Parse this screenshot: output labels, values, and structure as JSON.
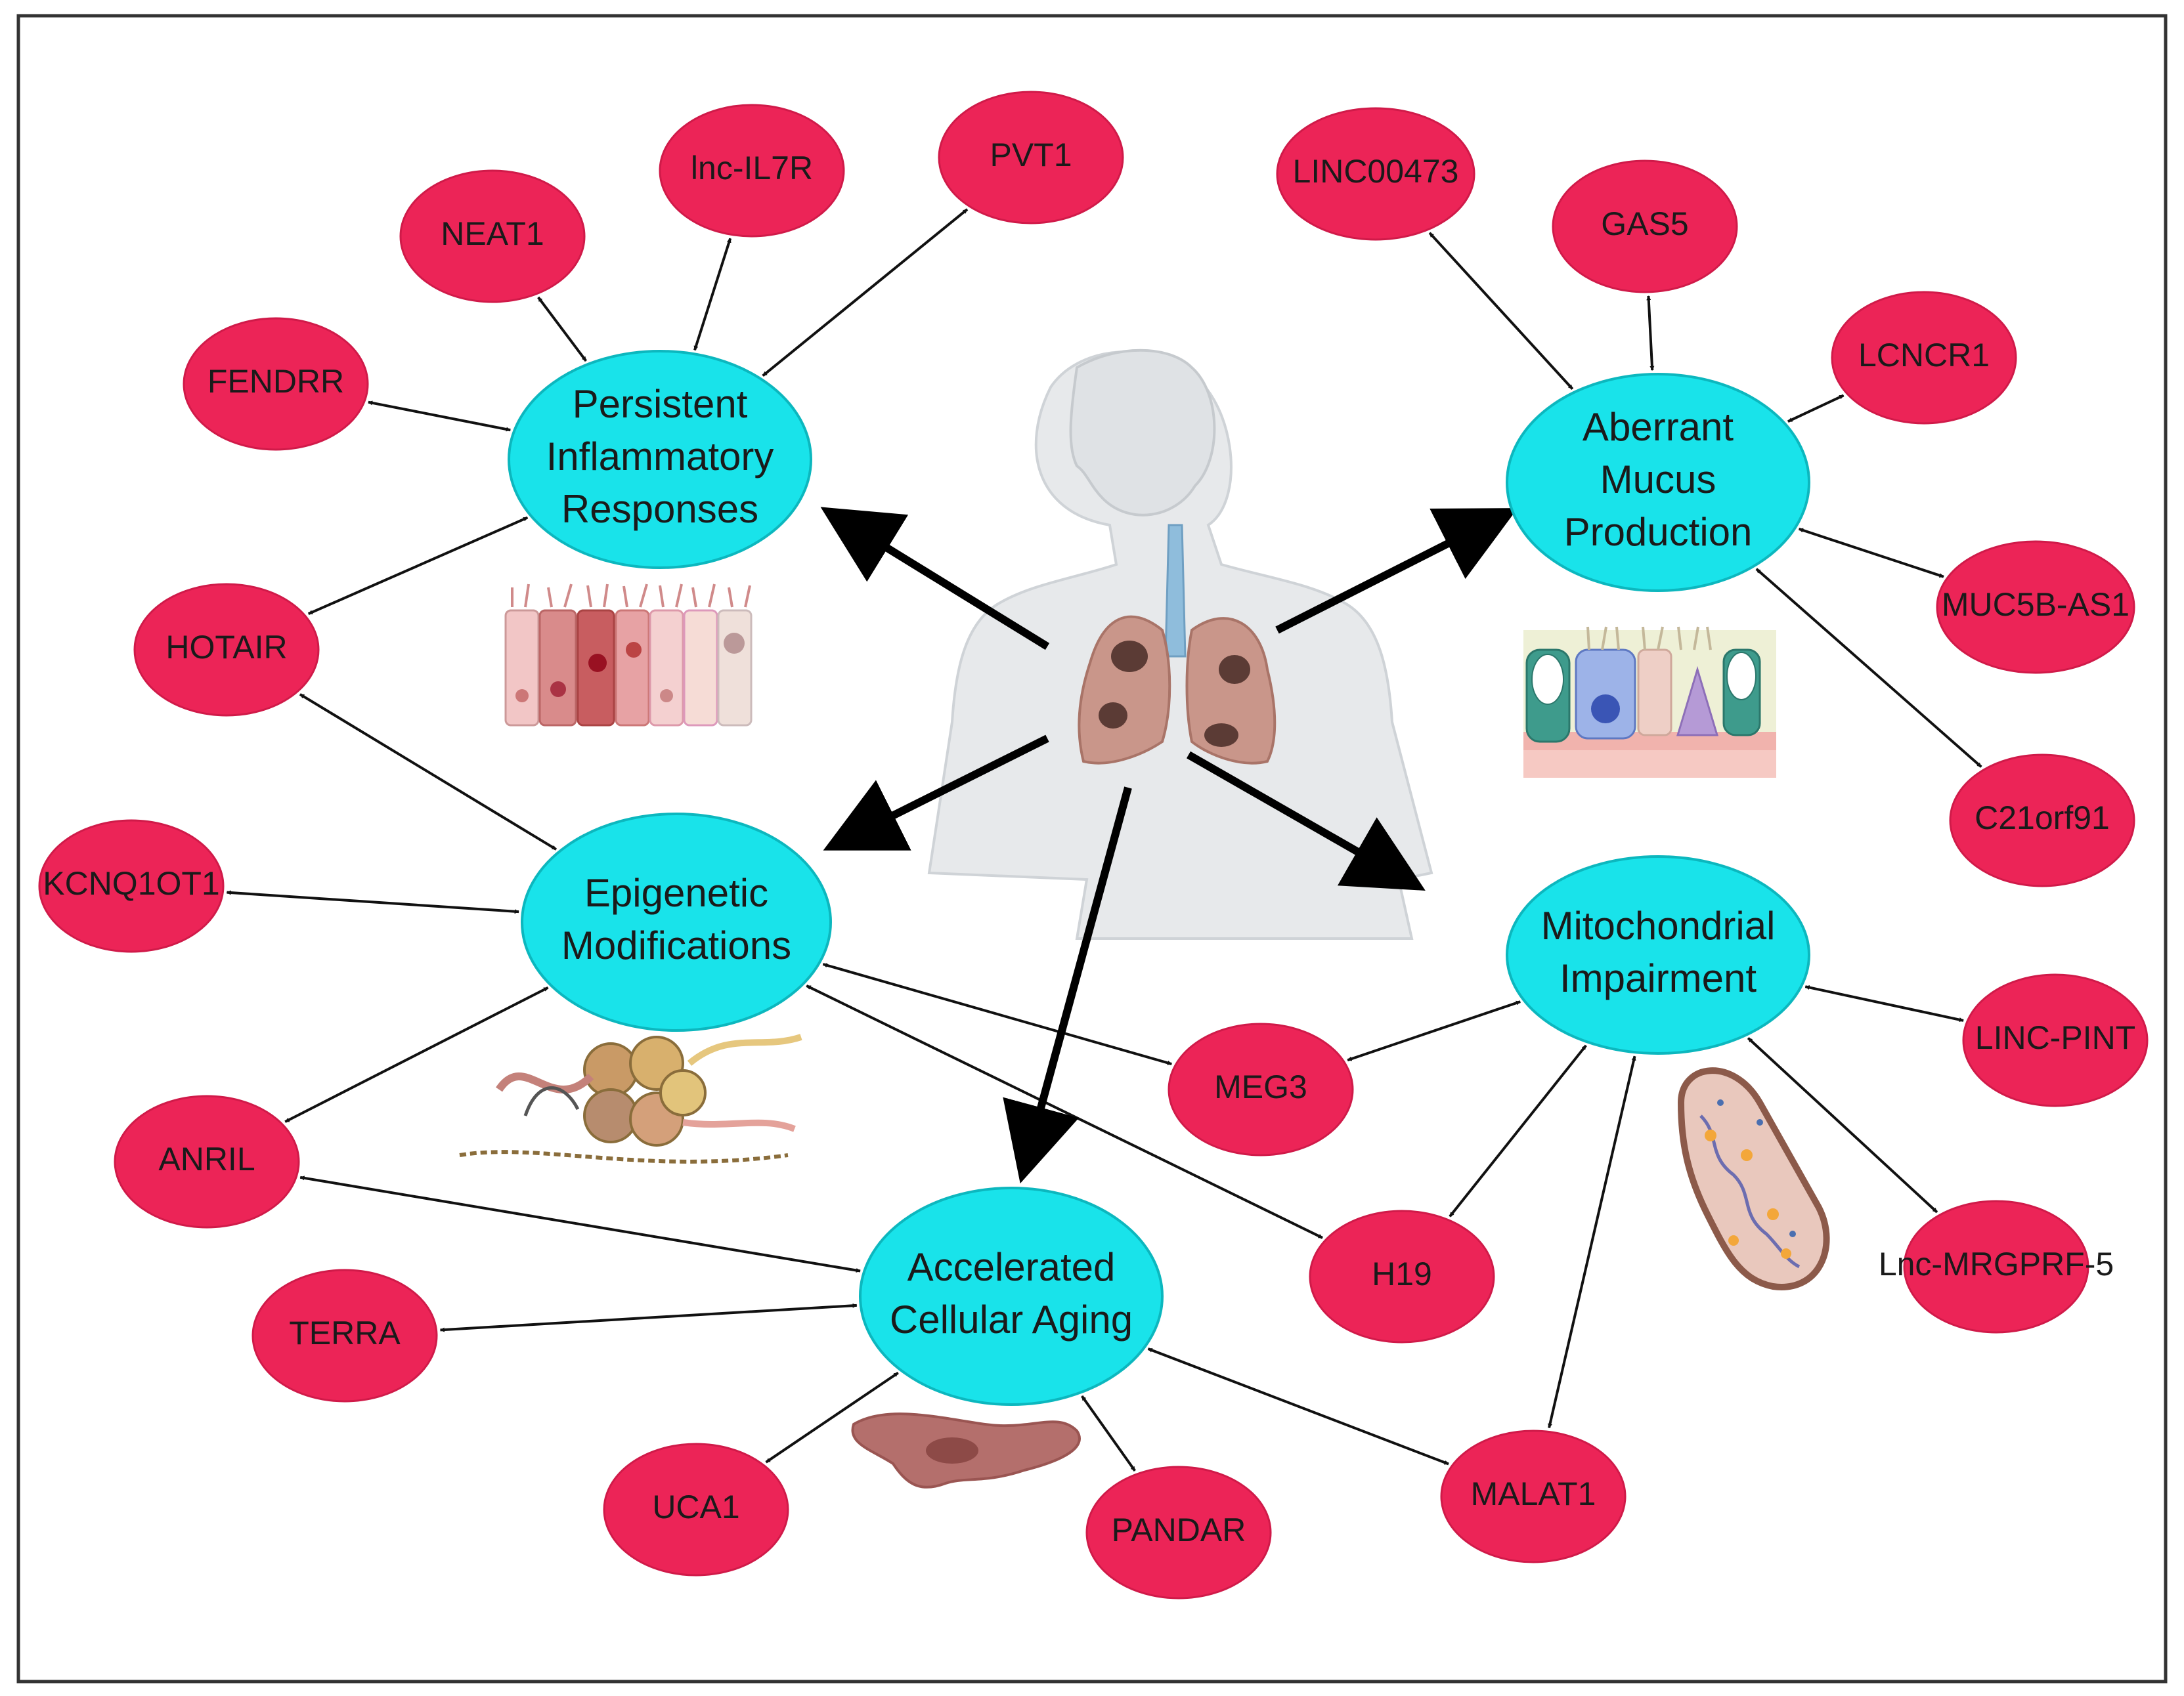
{
  "colors": {
    "lnc_fill": "#ec2457",
    "lnc_stroke": "#d01a49",
    "process_fill": "#19e3ea",
    "process_stroke": "#0cb7be",
    "body_fill": "#e7e9eb",
    "lung_fill": "#c9968a",
    "trachea_fill": "#8fbddc"
  },
  "processes": [
    {
      "id": "inflammation",
      "lines": [
        "Persistent",
        "Inflammatory",
        "Responses"
      ]
    },
    {
      "id": "mucus",
      "lines": [
        "Aberrant",
        "Mucus",
        "Production"
      ]
    },
    {
      "id": "epigenetic",
      "lines": [
        "Epigenetic",
        "Modifications"
      ]
    },
    {
      "id": "mitochondrial",
      "lines": [
        "Mitochondrial",
        "Impairment"
      ]
    },
    {
      "id": "aging",
      "lines": [
        "Accelerated",
        "Cellular Aging"
      ]
    }
  ],
  "lncrnas": [
    {
      "id": "fendrr",
      "label": "FENDRR"
    },
    {
      "id": "neat1",
      "label": "NEAT1"
    },
    {
      "id": "lncil7r",
      "label": "lnc-IL7R"
    },
    {
      "id": "pvt1",
      "label": "PVT1"
    },
    {
      "id": "linc00473",
      "label": "LINC00473"
    },
    {
      "id": "gas5",
      "label": "GAS5"
    },
    {
      "id": "lcncr1",
      "label": "LCNCR1"
    },
    {
      "id": "muc5bas1",
      "label": "MUC5B-AS1"
    },
    {
      "id": "c21orf91",
      "label": "C21orf91"
    },
    {
      "id": "hotair",
      "label": "HOTAIR"
    },
    {
      "id": "kcnq1ot1",
      "label": "KCNQ1OT1"
    },
    {
      "id": "anril",
      "label": "ANRIL"
    },
    {
      "id": "terra",
      "label": "TERRA"
    },
    {
      "id": "uca1",
      "label": "UCA1"
    },
    {
      "id": "pandar",
      "label": "PANDAR"
    },
    {
      "id": "meg3",
      "label": "MEG3"
    },
    {
      "id": "h19",
      "label": "H19"
    },
    {
      "id": "malat1",
      "label": "MALAT1"
    },
    {
      "id": "lincpint",
      "label": "LINC-PINT"
    },
    {
      "id": "lncmrgprf5",
      "label": "Lnc-MRGPRF-5"
    }
  ],
  "links": [
    [
      "fendrr",
      "inflammation"
    ],
    [
      "neat1",
      "inflammation"
    ],
    [
      "lncil7r",
      "inflammation"
    ],
    [
      "pvt1",
      "inflammation"
    ],
    [
      "hotair",
      "inflammation"
    ],
    [
      "linc00473",
      "mucus"
    ],
    [
      "gas5",
      "mucus"
    ],
    [
      "lcncr1",
      "mucus"
    ],
    [
      "muc5bas1",
      "mucus"
    ],
    [
      "c21orf91",
      "mucus"
    ],
    [
      "hotair",
      "epigenetic"
    ],
    [
      "kcnq1ot1",
      "epigenetic"
    ],
    [
      "anril",
      "epigenetic"
    ],
    [
      "meg3",
      "epigenetic"
    ],
    [
      "h19",
      "epigenetic"
    ],
    [
      "meg3",
      "mitochondrial"
    ],
    [
      "h19",
      "mitochondrial"
    ],
    [
      "malat1",
      "mitochondrial"
    ],
    [
      "lincpint",
      "mitochondrial"
    ],
    [
      "lncmrgprf5",
      "mitochondrial"
    ],
    [
      "anril",
      "aging"
    ],
    [
      "terra",
      "aging"
    ],
    [
      "uca1",
      "aging"
    ],
    [
      "pandar",
      "aging"
    ],
    [
      "malat1",
      "aging"
    ]
  ]
}
